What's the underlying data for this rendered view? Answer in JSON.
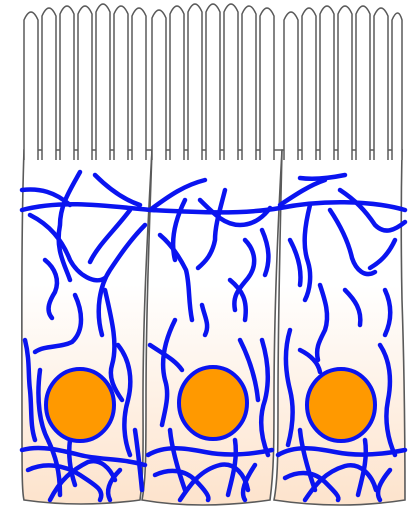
{
  "figure": {
    "cells": [
      {
        "id": "cell-1",
        "microvilli": 7,
        "nucleus": "orange"
      },
      {
        "id": "cell-2",
        "microvilli": 7,
        "nucleus": "orange"
      },
      {
        "id": "cell-3",
        "microvilli": 7,
        "nucleus": "orange"
      }
    ],
    "colors": {
      "cell_outline": "#5a5a5a",
      "cell_fill_top": "#ffffff",
      "cell_fill_bottom": "#fde3cc",
      "filament": "#0a14f0",
      "nucleus_fill": "#ff9900",
      "nucleus_stroke": "#0a14f0"
    }
  }
}
